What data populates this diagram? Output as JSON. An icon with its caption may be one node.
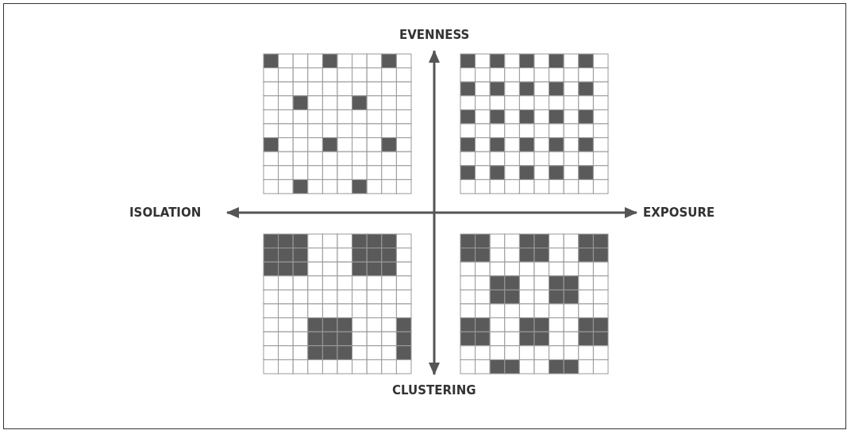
{
  "diagram": {
    "labels": [
      "EVENNESS",
      "ISOLATION",
      "EXPOSURE",
      "CLUSTERING"
    ]
  }
}
